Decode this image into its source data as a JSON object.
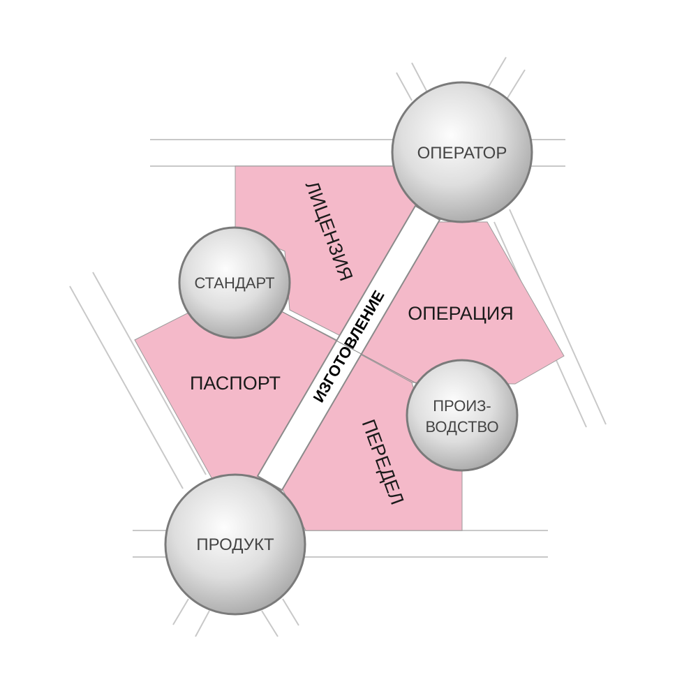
{
  "nodes": {
    "operator": "ОПЕРАТОР",
    "standard": "СТАНДАРТ",
    "production": [
      "ПРОИЗ-",
      "ВОДСТВО"
    ],
    "product": "ПРОДУКТ"
  },
  "regions": {
    "license": "ЛИЦЕНЗИЯ",
    "operation": "ОПЕРАЦИЯ",
    "passport": "ПАСПОРТ",
    "remake": "ПЕРЕДЕЛ"
  },
  "band": {
    "manufacturing": "ИЗГОТОВЛЕНИЕ"
  },
  "colors": {
    "region_fill": "#f4b9c9",
    "band_fill": "#ffffff",
    "node_fill_light": "#ffffff",
    "node_fill_dark": "#b4b4b4"
  }
}
